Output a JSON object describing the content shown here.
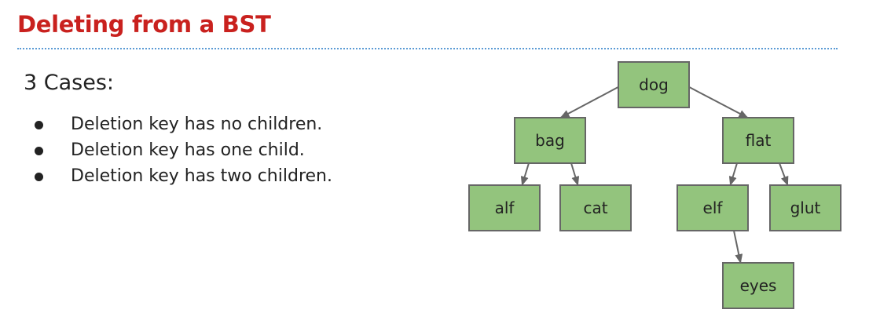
{
  "slide": {
    "title": "Deleting from a BST",
    "subtitle": "3 Cases:",
    "bullets": [
      "Deletion key has no children.",
      "Deletion key has one child.",
      "Deletion key has two children."
    ]
  },
  "tree": {
    "colors": {
      "node_fill": "#93c47d",
      "node_border": "#666666",
      "edge": "#666666"
    },
    "nodes": [
      {
        "id": "dog",
        "label": "dog"
      },
      {
        "id": "bag",
        "label": "bag"
      },
      {
        "id": "flat",
        "label": "flat"
      },
      {
        "id": "alf",
        "label": "alf"
      },
      {
        "id": "cat",
        "label": "cat"
      },
      {
        "id": "elf",
        "label": "elf"
      },
      {
        "id": "glut",
        "label": "glut"
      },
      {
        "id": "eyes",
        "label": "eyes"
      }
    ],
    "edges": [
      {
        "from": "dog",
        "to": "bag"
      },
      {
        "from": "dog",
        "to": "flat"
      },
      {
        "from": "bag",
        "to": "alf"
      },
      {
        "from": "bag",
        "to": "cat"
      },
      {
        "from": "flat",
        "to": "elf"
      },
      {
        "from": "flat",
        "to": "glut"
      },
      {
        "from": "elf",
        "to": "eyes"
      }
    ]
  }
}
